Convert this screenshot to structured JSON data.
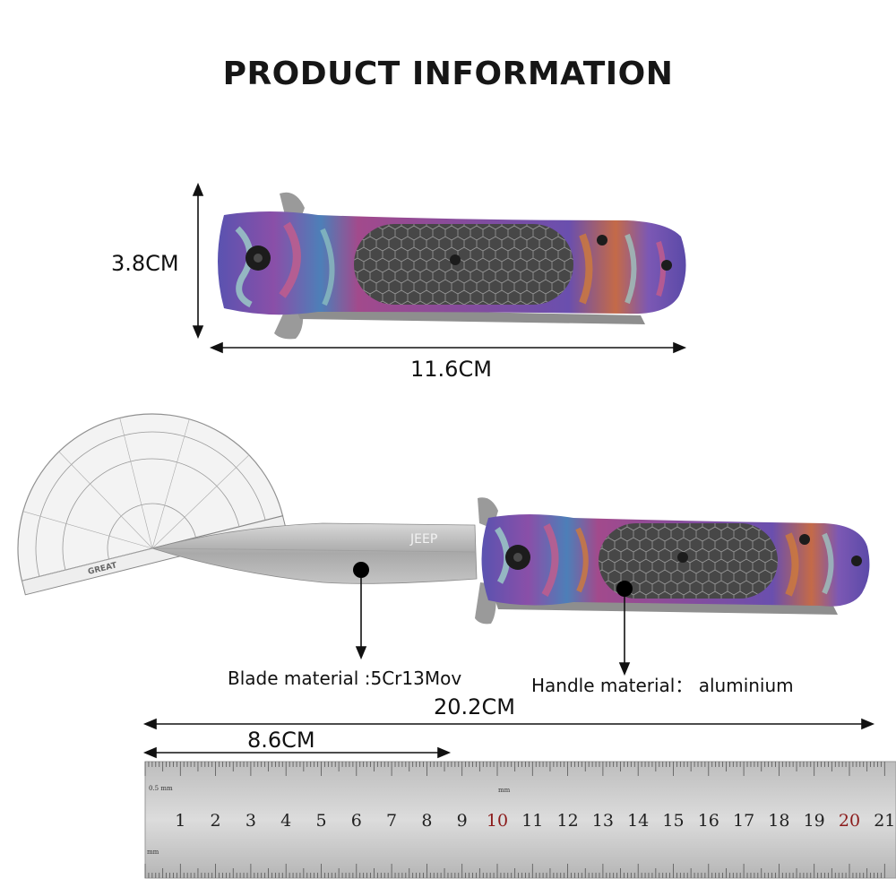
{
  "title": "PRODUCT INFORMATION",
  "dimensions": {
    "width_label": "3.8CM",
    "handle_length_label": "11.6CM",
    "total_length_label": "20.2CM",
    "blade_length_label": "8.6CM"
  },
  "materials": {
    "blade": "Blade material :5Cr13Mov",
    "handle": "Handle material： aluminium"
  },
  "blade_engraving": "JEEP",
  "protractor_brand": "GREAT",
  "ruler": {
    "unit_top": "0.5 mm",
    "unit_mid": "mm",
    "unit_bottom": "mm",
    "numbers": [
      "1",
      "2",
      "3",
      "4",
      "5",
      "6",
      "7",
      "8",
      "9",
      "10",
      "11",
      "12",
      "13",
      "14",
      "15",
      "16",
      "17",
      "18",
      "19",
      "20",
      "21"
    ],
    "highlight_numbers": [
      "10",
      "20"
    ]
  },
  "colors": {
    "handle_purple": "#6a4fae",
    "handle_magenta": "#9c3b8a",
    "handle_orange": "#d07a3a",
    "handle_teal": "#8fc7c2",
    "inlay": "#4a4a4a",
    "blade": "#b8b8b8",
    "ruler": "#c9c9c9",
    "ruler_red": "#8b1a1a"
  }
}
